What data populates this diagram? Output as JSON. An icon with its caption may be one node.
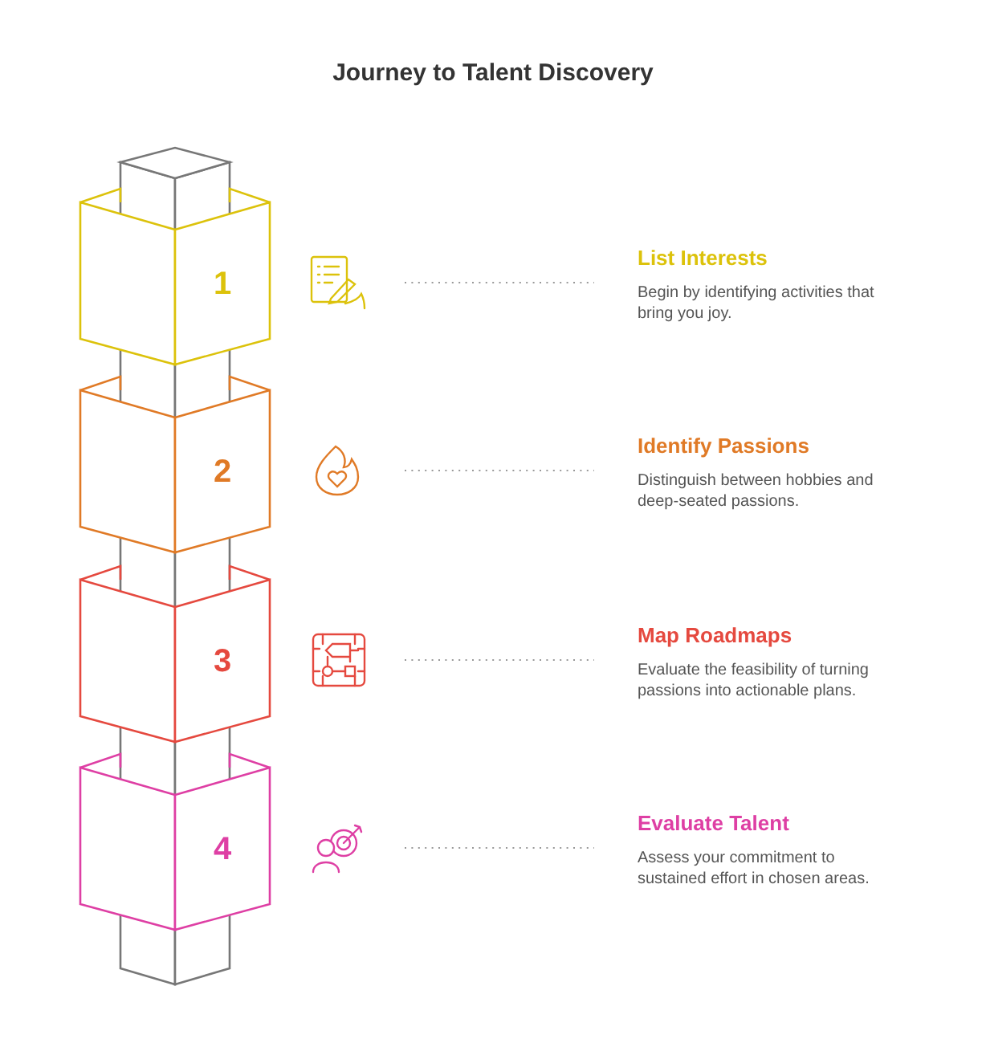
{
  "diagram": {
    "title": "Journey to Talent Discovery",
    "nodes": [
      {
        "text": [
          "1"
        ]
      },
      {
        "text": [],
        "shape": "picture"
      },
      {
        "text": [
          "List Interests",
          "Begin by identifying activities that bring you joy."
        ]
      },
      {
        "text": [
          "2"
        ]
      },
      {
        "text": [],
        "shape": "picture"
      },
      {
        "text": [
          "Identify Passions",
          "Distinguish between hobbies and deep-seated passions."
        ]
      },
      {
        "text": [
          "3"
        ]
      },
      {
        "text": [],
        "shape": "picture"
      },
      {
        "text": [
          "Map Roadmaps",
          "Evaluate the feasibility of turning passions into actionable plans."
        ]
      },
      {
        "text": [
          "4"
        ]
      },
      {
        "text": [],
        "shape": "picture"
      },
      {
        "text": [
          "Evaluate Talent",
          "Assess your commitment to sustained effort in chosen areas."
        ]
      }
    ],
    "edges": [
      {
        "from": 1,
        "to": 2,
        "arrow": "none",
        "style": "dashed"
      },
      {
        "from": 4,
        "to": 5,
        "arrow": "none",
        "style": "dashed"
      },
      {
        "from": 7,
        "to": 8,
        "arrow": "none",
        "style": "dashed"
      },
      {
        "from": 10,
        "to": 11,
        "arrow": "none",
        "style": "dashed"
      }
    ]
  }
}
